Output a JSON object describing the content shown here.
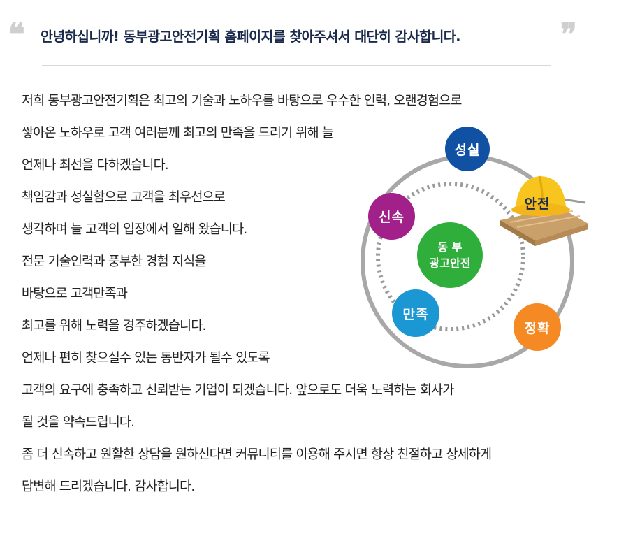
{
  "header": {
    "title": "안녕하십니까! 동부광고안전기획 홈페이지를 찾아주셔서 대단히 감사합니다."
  },
  "body": {
    "lines": [
      "저희 동부광고안전기획은 최고의 기술과 노하우를 바탕으로 우수한 인력, 오랜경험으로",
      "쌓아온 노하우로 고객 여러분께 최고의 만족을 드리기 위해 늘",
      "언제나 최선을 다하겠습니다.",
      "책임감과 성실함으로 고객을 최우선으로",
      "생각하며 늘 고객의 입장에서 일해 왔습니다.",
      "전문 기술인력과 풍부한 경험 지식을",
      "바탕으로 고객만족과",
      "최고를 위해 노력을 경주하겠습니다.",
      "언제나 편히 찾으실수 있는 동반자가 될수 있도록",
      "고객의 요구에 충족하고 신뢰받는 기업이 되겠습니다.  앞으로도 더욱 노력하는 회사가",
      "될 것을 약속드립니다.",
      "좀 더 신속하고 원활한 상담을 원하신다면 커뮤니티를 이용해 주시면 항상 친절하고 상세하게",
      "답변해 드리겠습니다. 감사합니다."
    ]
  },
  "diagram": {
    "center_line1": "동 부",
    "center_line2": "광고안전",
    "values": {
      "sincerity": "성실",
      "safety": "안전",
      "speed": "신속",
      "satisfaction": "만족",
      "accuracy": "정확"
    },
    "colors": {
      "sincerity": "#1151a3",
      "speed": "#a1208a",
      "center": "#2fae3c",
      "satisfaction": "#1b97d4",
      "accuracy": "#f58a24",
      "ring": "#a8a8a8"
    }
  }
}
